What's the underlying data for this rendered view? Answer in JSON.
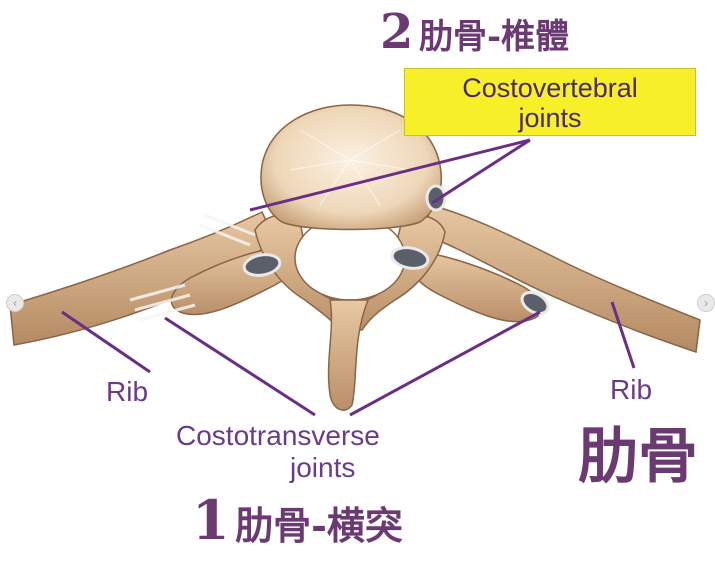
{
  "top_annotation": {
    "number": "2",
    "text": "肋骨-椎體"
  },
  "costovertebral": {
    "line1": "Costovertebral",
    "line2": "joints"
  },
  "rib_left": "Rib",
  "rib_right": "Rib",
  "rib_right_zh": "肋骨",
  "costotransverse": {
    "line1": "Costotransverse",
    "line2": "joints"
  },
  "bottom_annotation": {
    "number": "1",
    "text": "肋骨-横突"
  },
  "nav": {
    "prev_icon": "chevron-left-icon",
    "next_icon": "chevron-right-icon"
  },
  "colors": {
    "label_purple": "#6a2f85",
    "highlight_yellow": "#f7f028"
  }
}
